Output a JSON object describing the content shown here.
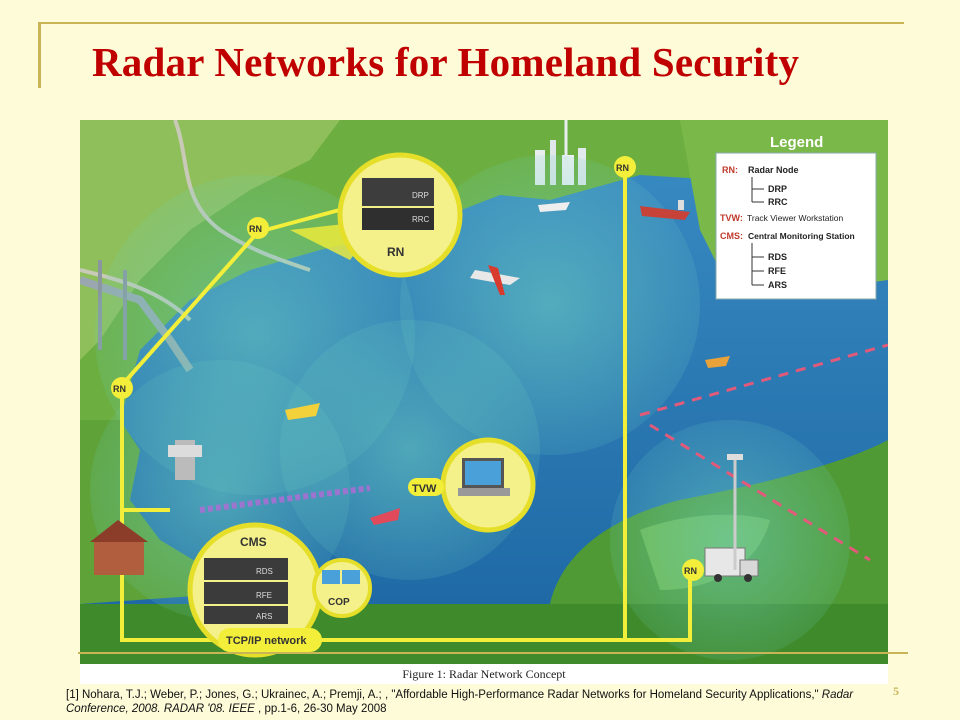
{
  "slide": {
    "title": "Radar Networks for Homeland Security",
    "page_number": "5",
    "figure_caption": "Figure 1: Radar Network Concept"
  },
  "figure": {
    "legend": {
      "title": "Legend",
      "rn": "RN:",
      "rn_desc": "Radar Node",
      "drp": "DRP",
      "rrc": "RRC",
      "tvw": "TVW:",
      "tvw_desc": "Track Viewer Workstation",
      "cms": "CMS:",
      "cms_desc": "Central Monitoring Station",
      "rds": "RDS",
      "rfe": "RFE",
      "ars": "ARS"
    },
    "labels": {
      "rn": "RN",
      "tvw": "TVW",
      "cms": "CMS",
      "cop": "COP",
      "network": "TCP/IP network",
      "drp": "DRP",
      "rrc": "RRC",
      "rds": "RDS",
      "rfe": "RFE",
      "ars": "ARS"
    },
    "colors": {
      "water": "#2f7fb8",
      "land": "#5fa83a",
      "network_line": "#f2ee3a",
      "title": "#c00000"
    }
  },
  "reference": {
    "part1": "[1] Nohara, T.J.; Weber, P.; Jones, G.; Ukrainec, A.; Premji, A.; , \"Affordable High-Performance Radar Networks for Homeland Security Applications,\" ",
    "journal": "Radar Conference, 2008. RADAR '08. IEEE",
    "part2": " , pp.1-6, 26-30 May 2008"
  }
}
